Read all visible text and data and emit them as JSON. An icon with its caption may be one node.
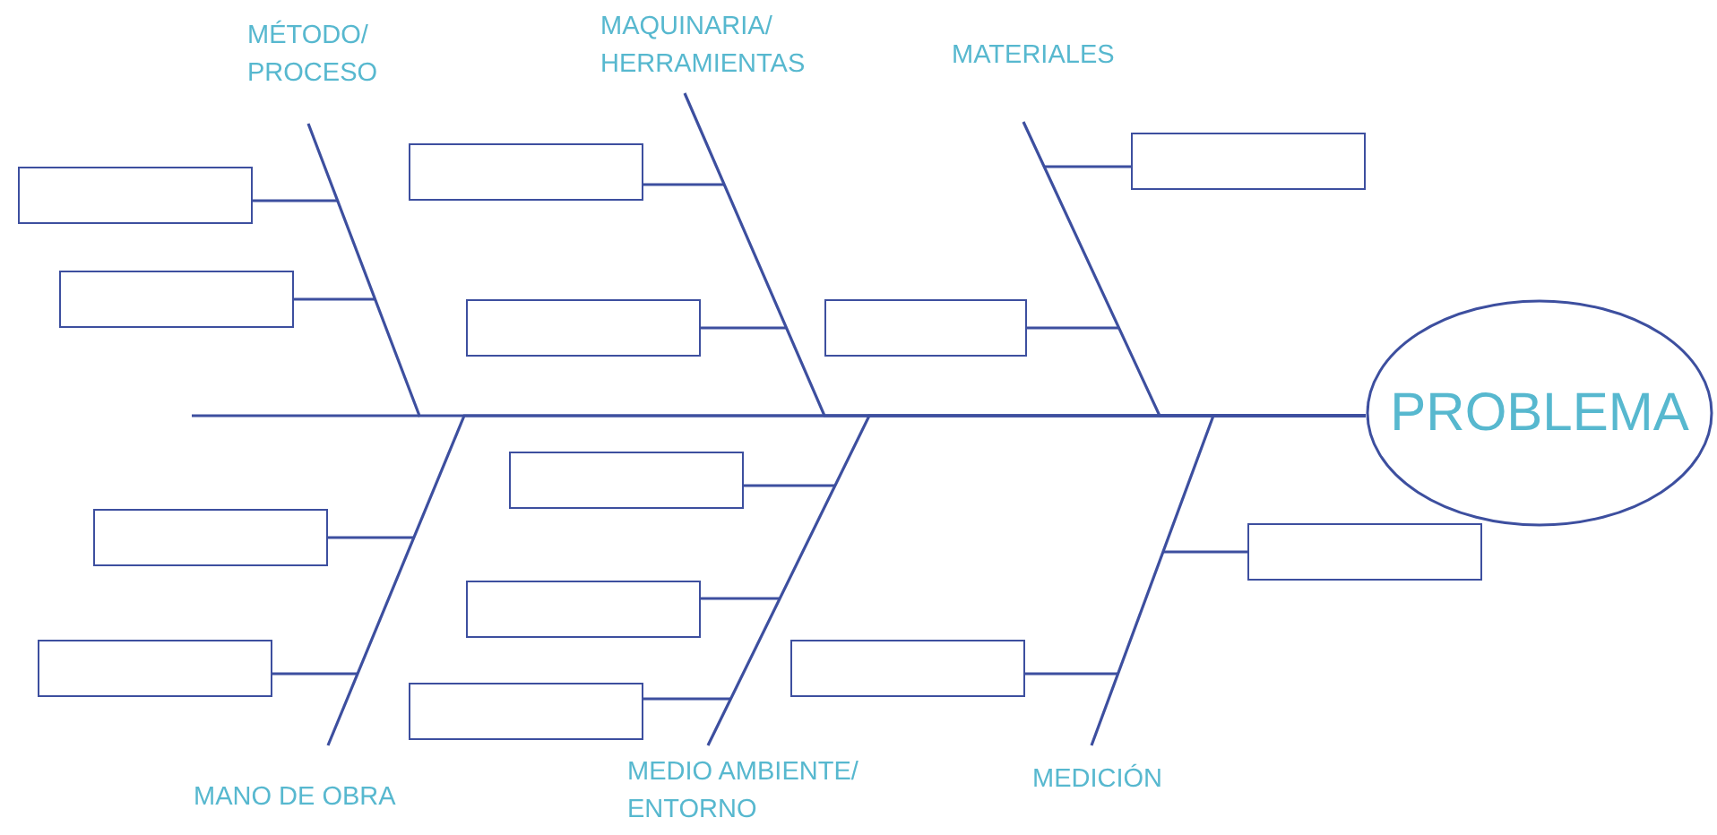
{
  "diagram": {
    "nodes": [
      {
        "text": [
          "MÉTODO/ PROCESO"
        ]
      },
      {
        "text": [
          "MAQUINARIA/ HERRAMIENTAS"
        ]
      },
      {
        "text": [
          "MATERIALES"
        ]
      },
      {
        "text": [],
        "shape": "box"
      },
      {
        "text": [],
        "shape": "box"
      },
      {
        "text": [],
        "shape": "box"
      },
      {
        "text": [],
        "shape": "box"
      },
      {
        "text": [],
        "shape": "box"
      },
      {
        "text": [],
        "shape": "box"
      },
      {
        "text": [
          "PROBLEMA"
        ]
      },
      {
        "text": [],
        "shape": "box"
      },
      {
        "text": [],
        "shape": "box"
      },
      {
        "text": [],
        "shape": "box"
      },
      {
        "text": [],
        "shape": "box"
      },
      {
        "text": [],
        "shape": "box"
      },
      {
        "text": [],
        "shape": "box"
      },
      {
        "text": [],
        "shape": "box"
      },
      {
        "text": [
          "MANO DE OBRA"
        ]
      },
      {
        "text": [
          "MEDIO AMBIENTE/ ENTORNO"
        ]
      },
      {
        "text": [
          "MEDICIÓN"
        ]
      }
    ],
    "edges": [
      {
        "from": 0,
        "to": 9,
        "arrow": "none"
      },
      {
        "from": 1,
        "to": 9,
        "arrow": "none"
      },
      {
        "from": 2,
        "to": 9,
        "arrow": "none"
      },
      {
        "from": 17,
        "to": 9,
        "arrow": "none"
      },
      {
        "from": 18,
        "to": 9,
        "arrow": "none"
      },
      {
        "from": 19,
        "to": 9,
        "arrow": "none"
      },
      {
        "from": 3,
        "to": null,
        "arrow": "none"
      },
      {
        "from": 4,
        "to": null,
        "arrow": "none"
      },
      {
        "from": 5,
        "to": null,
        "arrow": "none"
      },
      {
        "from": 6,
        "to": null,
        "arrow": "none"
      },
      {
        "from": 7,
        "to": null,
        "arrow": "none"
      },
      {
        "from": 8,
        "to": null,
        "arrow": "none"
      },
      {
        "from": 10,
        "to": null,
        "arrow": "none"
      },
      {
        "from": 11,
        "to": null,
        "arrow": "none"
      },
      {
        "from": 12,
        "to": null,
        "arrow": "none"
      },
      {
        "from": 13,
        "to": null,
        "arrow": "none"
      },
      {
        "from": 14,
        "to": null,
        "arrow": "none"
      },
      {
        "from": 15,
        "to": null,
        "arrow": "none"
      },
      {
        "from": 16,
        "to": null,
        "arrow": "none"
      }
    ]
  }
}
